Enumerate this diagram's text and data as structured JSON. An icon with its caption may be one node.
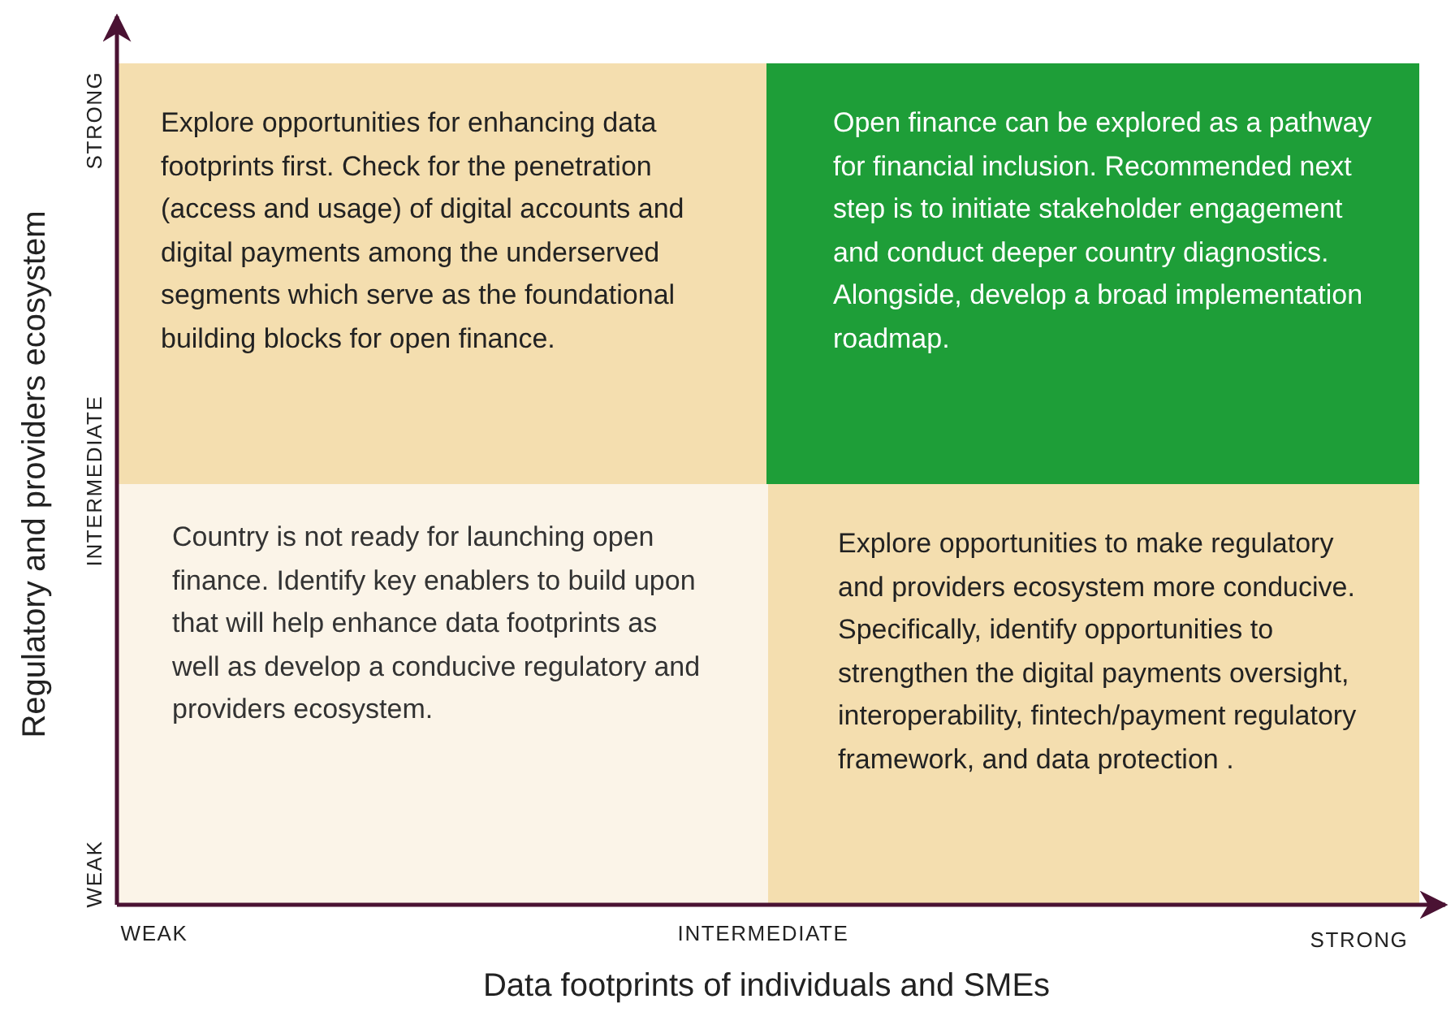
{
  "diagram": {
    "nodes": [
      {
        "text": [
          "Explore opportunities for enhancing data footprints first. Check for the penetration (access and usage) of digital accounts and digital payments among the underserved segments which serve as the foundational building blocks for open finance."
        ]
      },
      {
        "text": [
          "Open finance can be explored as a pathway for financial inclusion. Recommended next step is to initiate stakeholder engagement and conduct deeper country diagnostics. Alongside, develop a broad implementation roadmap."
        ]
      },
      {
        "text": [
          "Country is not ready for launching open finance. Identify key enablers to build upon that will help enhance data footprints as well as develop a conducive regulatory and providers ecosystem."
        ]
      },
      {
        "text": [
          "Explore opportunities to make regulatory and providers ecosystem more conducive. Specifically, identify opportunities to strengthen the digital payments oversight, interoperability, fintech/payment regulatory framework, and data protection ."
        ]
      }
    ],
    "labels": [
      "Regulatory and providers ecosystem",
      "STRONG",
      "INTERMEDIATE",
      "WEAK",
      "WEAK",
      "INTERMEDIATE",
      "STRONG",
      "Data footprints of individuals and SMEs"
    ]
  }
}
